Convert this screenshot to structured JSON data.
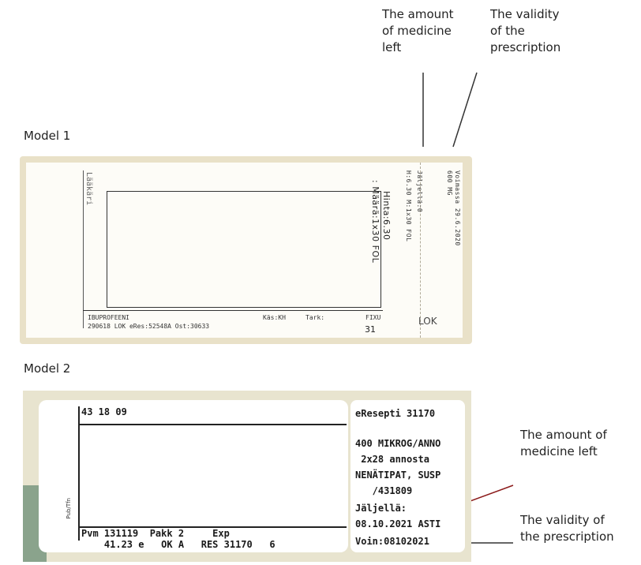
{
  "annotations": {
    "top_amount": "The amount\nof medicine\nleft",
    "top_validity": "The validity\nof the\nprescription",
    "bottom_amount": "The amount of\nmedicine left",
    "bottom_validity": "The validity of\nthe prescription"
  },
  "model1": {
    "heading": "Model 1",
    "laakari": "Lääkäri",
    "maara": ": Määrä:1x30 FOL",
    "hinta": "Hinta:6.30",
    "col1": "H:6.30 M:1x30 FOL",
    "col2": "Jäljellä:0",
    "col3": "600 MG",
    "col4": "Voimassa 29.6.2020",
    "drug": "IBUPROFEENI",
    "line2": "290618 LOK eRes:52548A Ost:30633",
    "kas": "Käs:KH",
    "tark": "Tark:",
    "fixu": "FIXU",
    "num31": "31",
    "lok": "LOK"
  },
  "model2": {
    "heading": "Model 2",
    "top_number": "43 18 09",
    "pub_tfn": "Pub/Tfn",
    "row1": "Pvm 131119  Pakk 2     Exp",
    "row2": "    41.23 e   OK A   RES 31170   6",
    "right_lines": [
      "eResepti 31170",
      "400 MIKROG/ANNO",
      " 2x28 annosta",
      "NENÄTIPAT, SUSP",
      "   /431809",
      "Jäljellä:",
      "08.10.2021 ASTI",
      "Voin:08102021"
    ]
  }
}
